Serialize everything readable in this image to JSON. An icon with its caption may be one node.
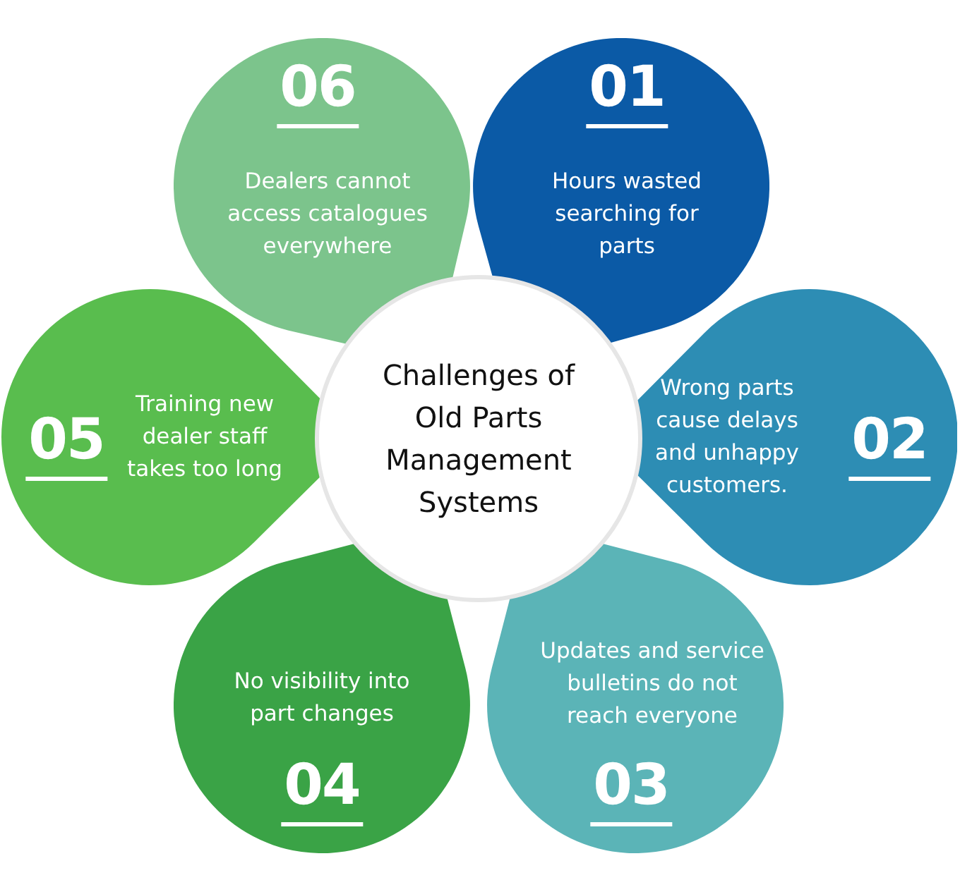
{
  "diagram": {
    "nodes": [
      {
        "text": [
          "Challenges of Old Parts Management Systems"
        ]
      },
      {
        "text": [
          "01",
          "Hours wasted searching for parts"
        ]
      },
      {
        "text": [
          "Wrong parts cause delays and unhappy customers.",
          "02"
        ]
      },
      {
        "text": [
          "Updates and service bulletins do not reach everyone",
          "03"
        ]
      },
      {
        "text": [
          "No visibility into part changes",
          "04"
        ]
      },
      {
        "text": [
          "05",
          "Training new dealer staff takes too long"
        ]
      },
      {
        "text": [
          "06",
          "Dealers cannot access catalogues everywhere"
        ]
      }
    ],
    "edges": []
  }
}
